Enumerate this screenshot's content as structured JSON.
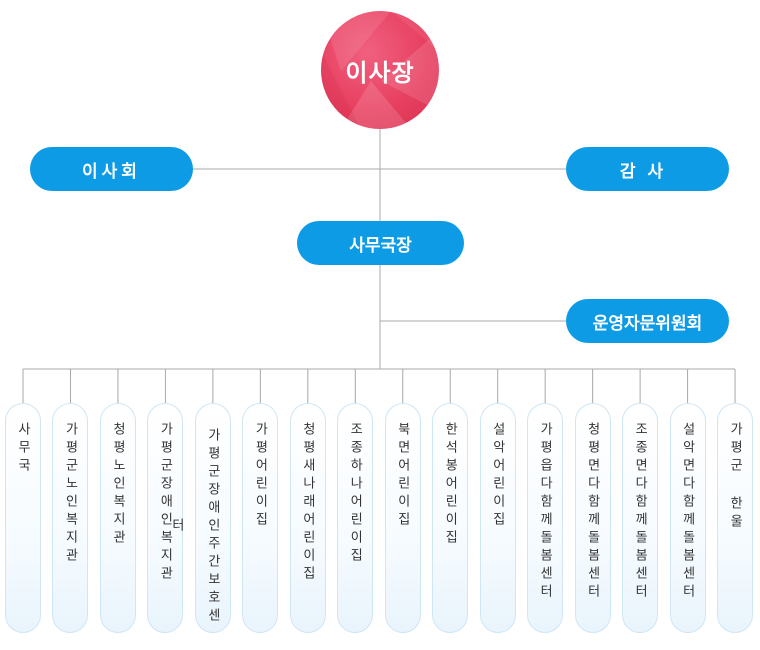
{
  "org": {
    "top": "이사장",
    "board": "이사회",
    "audit": "감사",
    "secretary": "사무국장",
    "committee": "운영자문위원회",
    "units": [
      "사무국",
      "가평군노인복지관",
      "청평노인복지관",
      "가평군장애인복지관",
      "가평군장애인주간보호센터",
      "가평어린이집",
      "청평새나래어린이집",
      "조종하나어린이집",
      "북면어린이집",
      "한석봉어린이집",
      "설악어린이집",
      "가평읍다함께돌봄센터",
      "청평면다함께돌봄센터",
      "조종면다함께돌봄센터",
      "설악면다함께돌봄센터",
      "가평군 한울"
    ]
  },
  "colors": {
    "top_circle": "#e84060",
    "pill": "#0e9be6",
    "line": "#a8a8a8"
  }
}
